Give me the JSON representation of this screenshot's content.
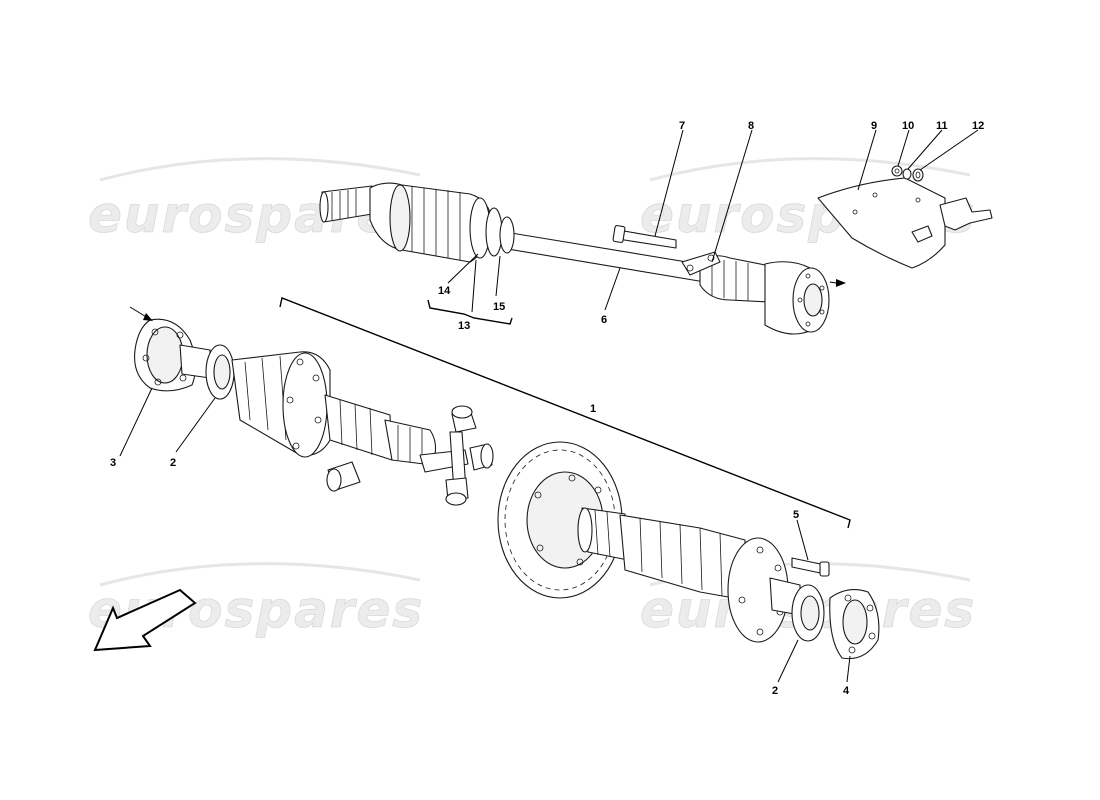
{
  "watermarks": [
    "eurospares",
    "eurospares",
    "eurospares",
    "eurospares"
  ],
  "callouts": [
    "1",
    "2",
    "2",
    "3",
    "4",
    "5",
    "6",
    "7",
    "8",
    "9",
    "10",
    "11",
    "12",
    "13",
    "14",
    "15"
  ],
  "icons": {
    "direction_arrow": "outline-arrow-pointing-down-left",
    "axle_arrow": "filled-arrowhead-right"
  }
}
